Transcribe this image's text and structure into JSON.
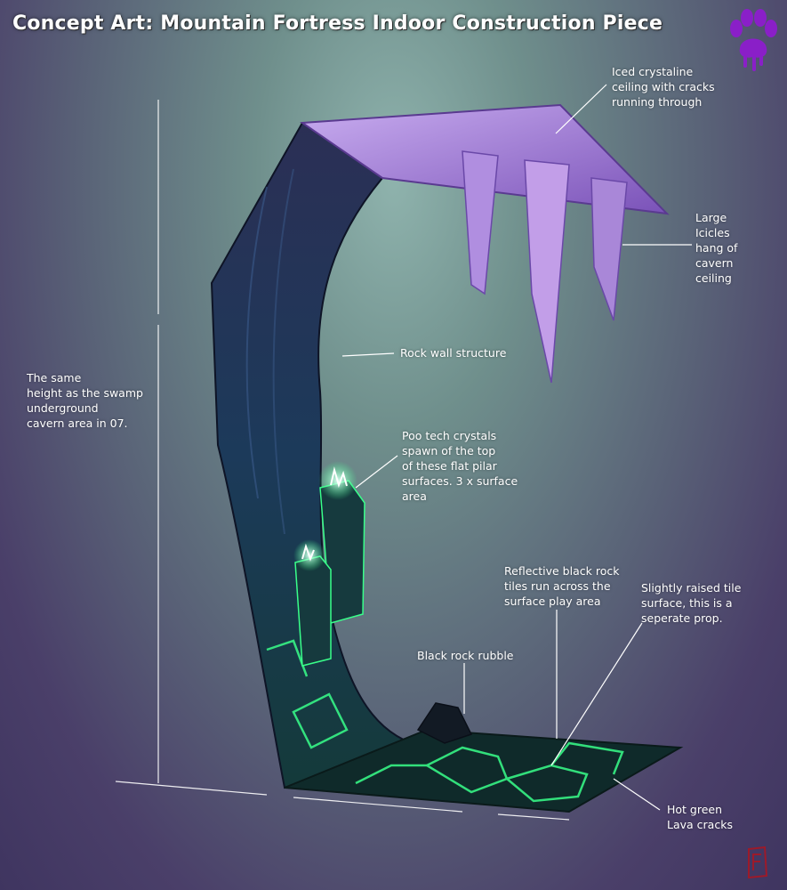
{
  "title": "Concept Art: Mountain Fortress Indoor Construction Piece",
  "annotations": {
    "ceiling": [
      "Iced crystaline",
      "ceiling with cracks",
      "running through"
    ],
    "icicles": [
      "Large",
      "Icicles",
      "hang of",
      "cavern",
      "ceiling"
    ],
    "rock_wall": [
      "Rock wall structure"
    ],
    "height": [
      "The same",
      "height as the swamp",
      "underground",
      "cavern area in 07."
    ],
    "crystals": [
      "Poo tech crystals",
      "spawn of the top",
      "of these flat pilar",
      "surfaces. 3 x surface",
      "area"
    ],
    "tiles": [
      "Reflective black rock",
      "tiles run across the",
      "surface play area"
    ],
    "raised": [
      "Slightly raised tile",
      "surface, this is a",
      "seperate prop."
    ],
    "rubble": [
      "Black rock rubble"
    ],
    "lava": [
      "Hot green",
      "Lava cracks"
    ]
  },
  "colors": {
    "ice": "#b89ae0",
    "rock": "#1f2a44",
    "lava": "#39ff8a",
    "logo": "#8a1fc8"
  },
  "icons": {
    "logo": "paw-print-icon",
    "signature": "artist-signature-icon"
  }
}
